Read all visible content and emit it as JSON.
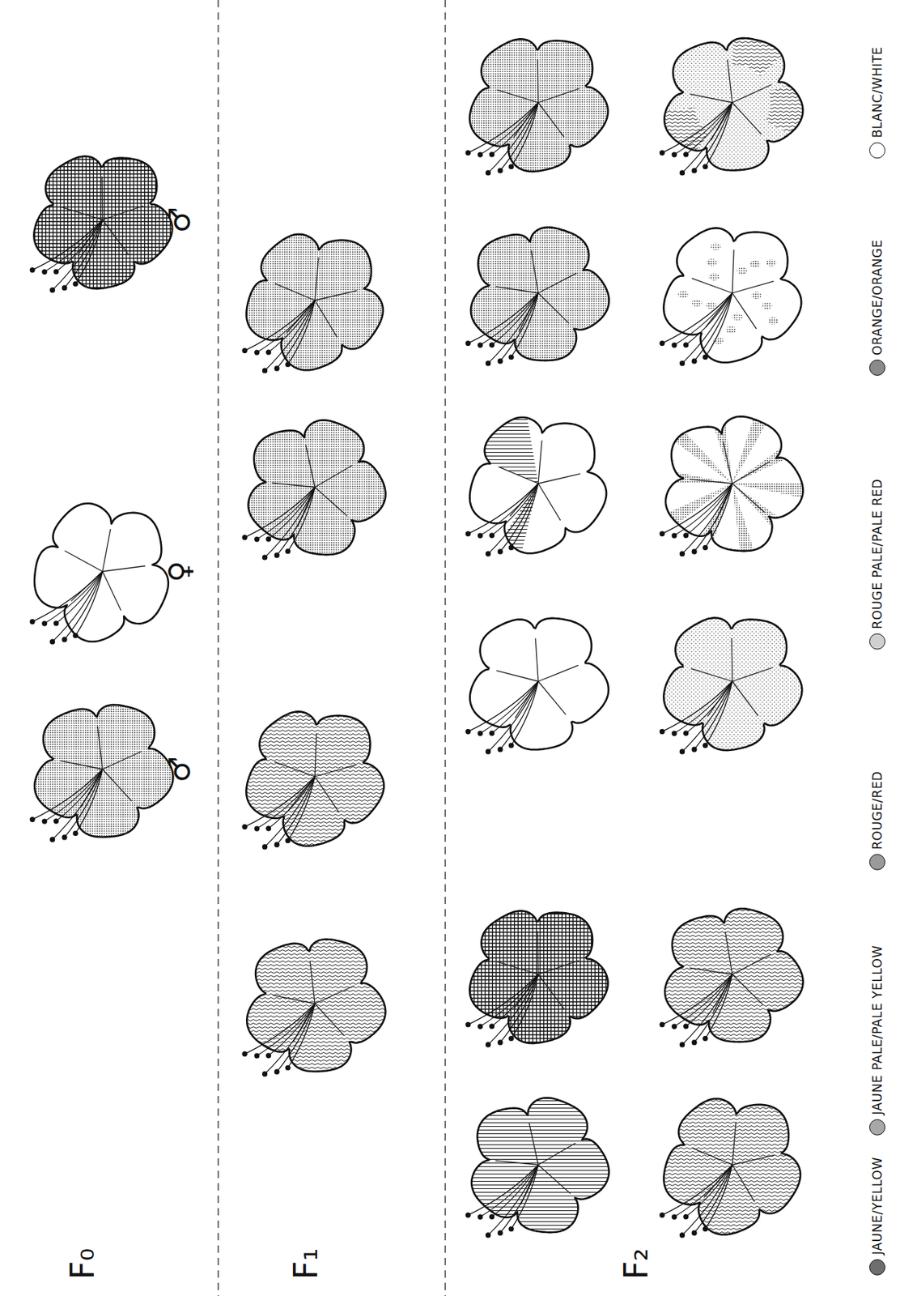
{
  "diagram": {
    "labels": [
      "F₀",
      "♂",
      "♀",
      "♂",
      "F₁",
      "F₂"
    ],
    "legend": [
      {
        "text": "JAUNE/YELLOW",
        "color": "#6e6e6e"
      },
      {
        "text": "JAUNE PALE/PALE YELLOW",
        "color": "#a8a8a8"
      },
      {
        "text": "ROUGE/RED",
        "color": "#9a9a9a"
      },
      {
        "text": "ROUGE PALE/PALE RED",
        "color": "#d0d0d0"
      },
      {
        "text": "ORANGE/ORANGE",
        "color": "#8a8a8a"
      },
      {
        "text": "BLANC/WHITE",
        "color": "#ffffff"
      }
    ]
  }
}
